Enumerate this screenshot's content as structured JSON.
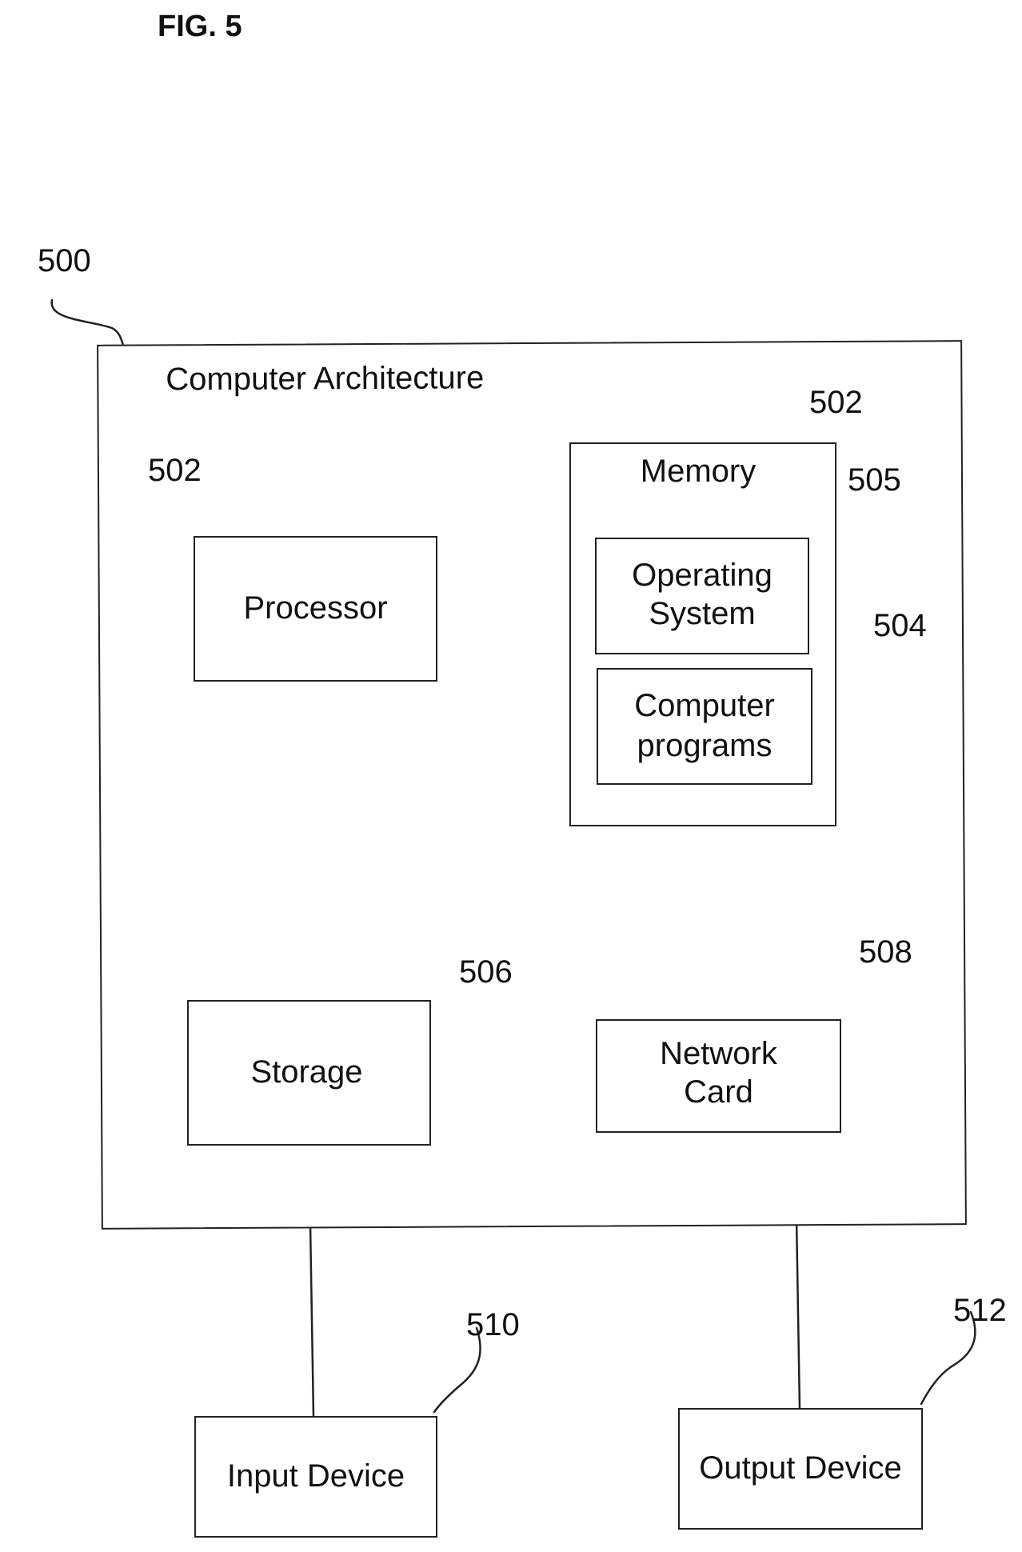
{
  "figure_label": "FIG. 5",
  "diagram": {
    "outer": {
      "title": "Computer Architecture",
      "ref": "500"
    },
    "processor": {
      "label": "Processor",
      "ref": "502"
    },
    "memory": {
      "label": "Memory",
      "ref": "502"
    },
    "operating_system": {
      "line1": "Operating",
      "line2": "System",
      "ref": "505"
    },
    "computer_programs": {
      "line1": "Computer",
      "line2": "programs",
      "ref": "504"
    },
    "storage": {
      "label": "Storage",
      "ref": "506"
    },
    "network_card": {
      "line1": "Network",
      "line2": "Card",
      "ref": "508"
    },
    "input_device": {
      "label": "Input Device",
      "ref": "510"
    },
    "output_device": {
      "label": "Output Device",
      "ref": "512"
    }
  }
}
